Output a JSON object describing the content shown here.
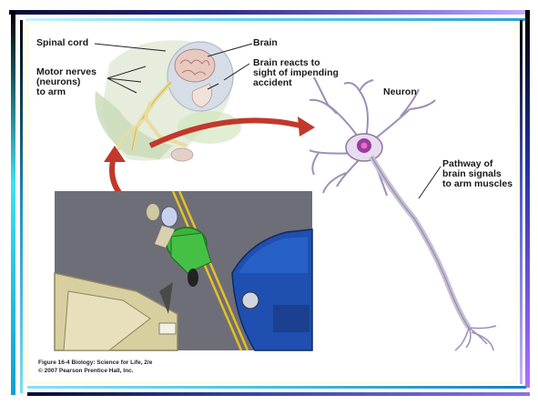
{
  "labels": {
    "spinal_cord": "Spinal cord",
    "motor_nerves": "Motor nerves\n(neurons)\nto arm",
    "brain": "Brain",
    "brain_reacts": "Brain reacts to\nsight of impending\naccident",
    "neuron": "Neuron",
    "pathway": "Pathway of\nbrain signals\nto arm muscles"
  },
  "caption": {
    "line1": "Figure 16-4  Biology: Science for Life, 2/e",
    "line2": "© 2007 Pearson Prentice Hall, Inc."
  },
  "colors": {
    "arrow": "#c0392b",
    "neuron_body": "#9b3a9e",
    "road": "#6e6e78",
    "road_line": "#e6c020",
    "motorcycle": "#3cb43c",
    "car_blue": "#1f4fb0",
    "car_beige": "#d8cfa0"
  }
}
